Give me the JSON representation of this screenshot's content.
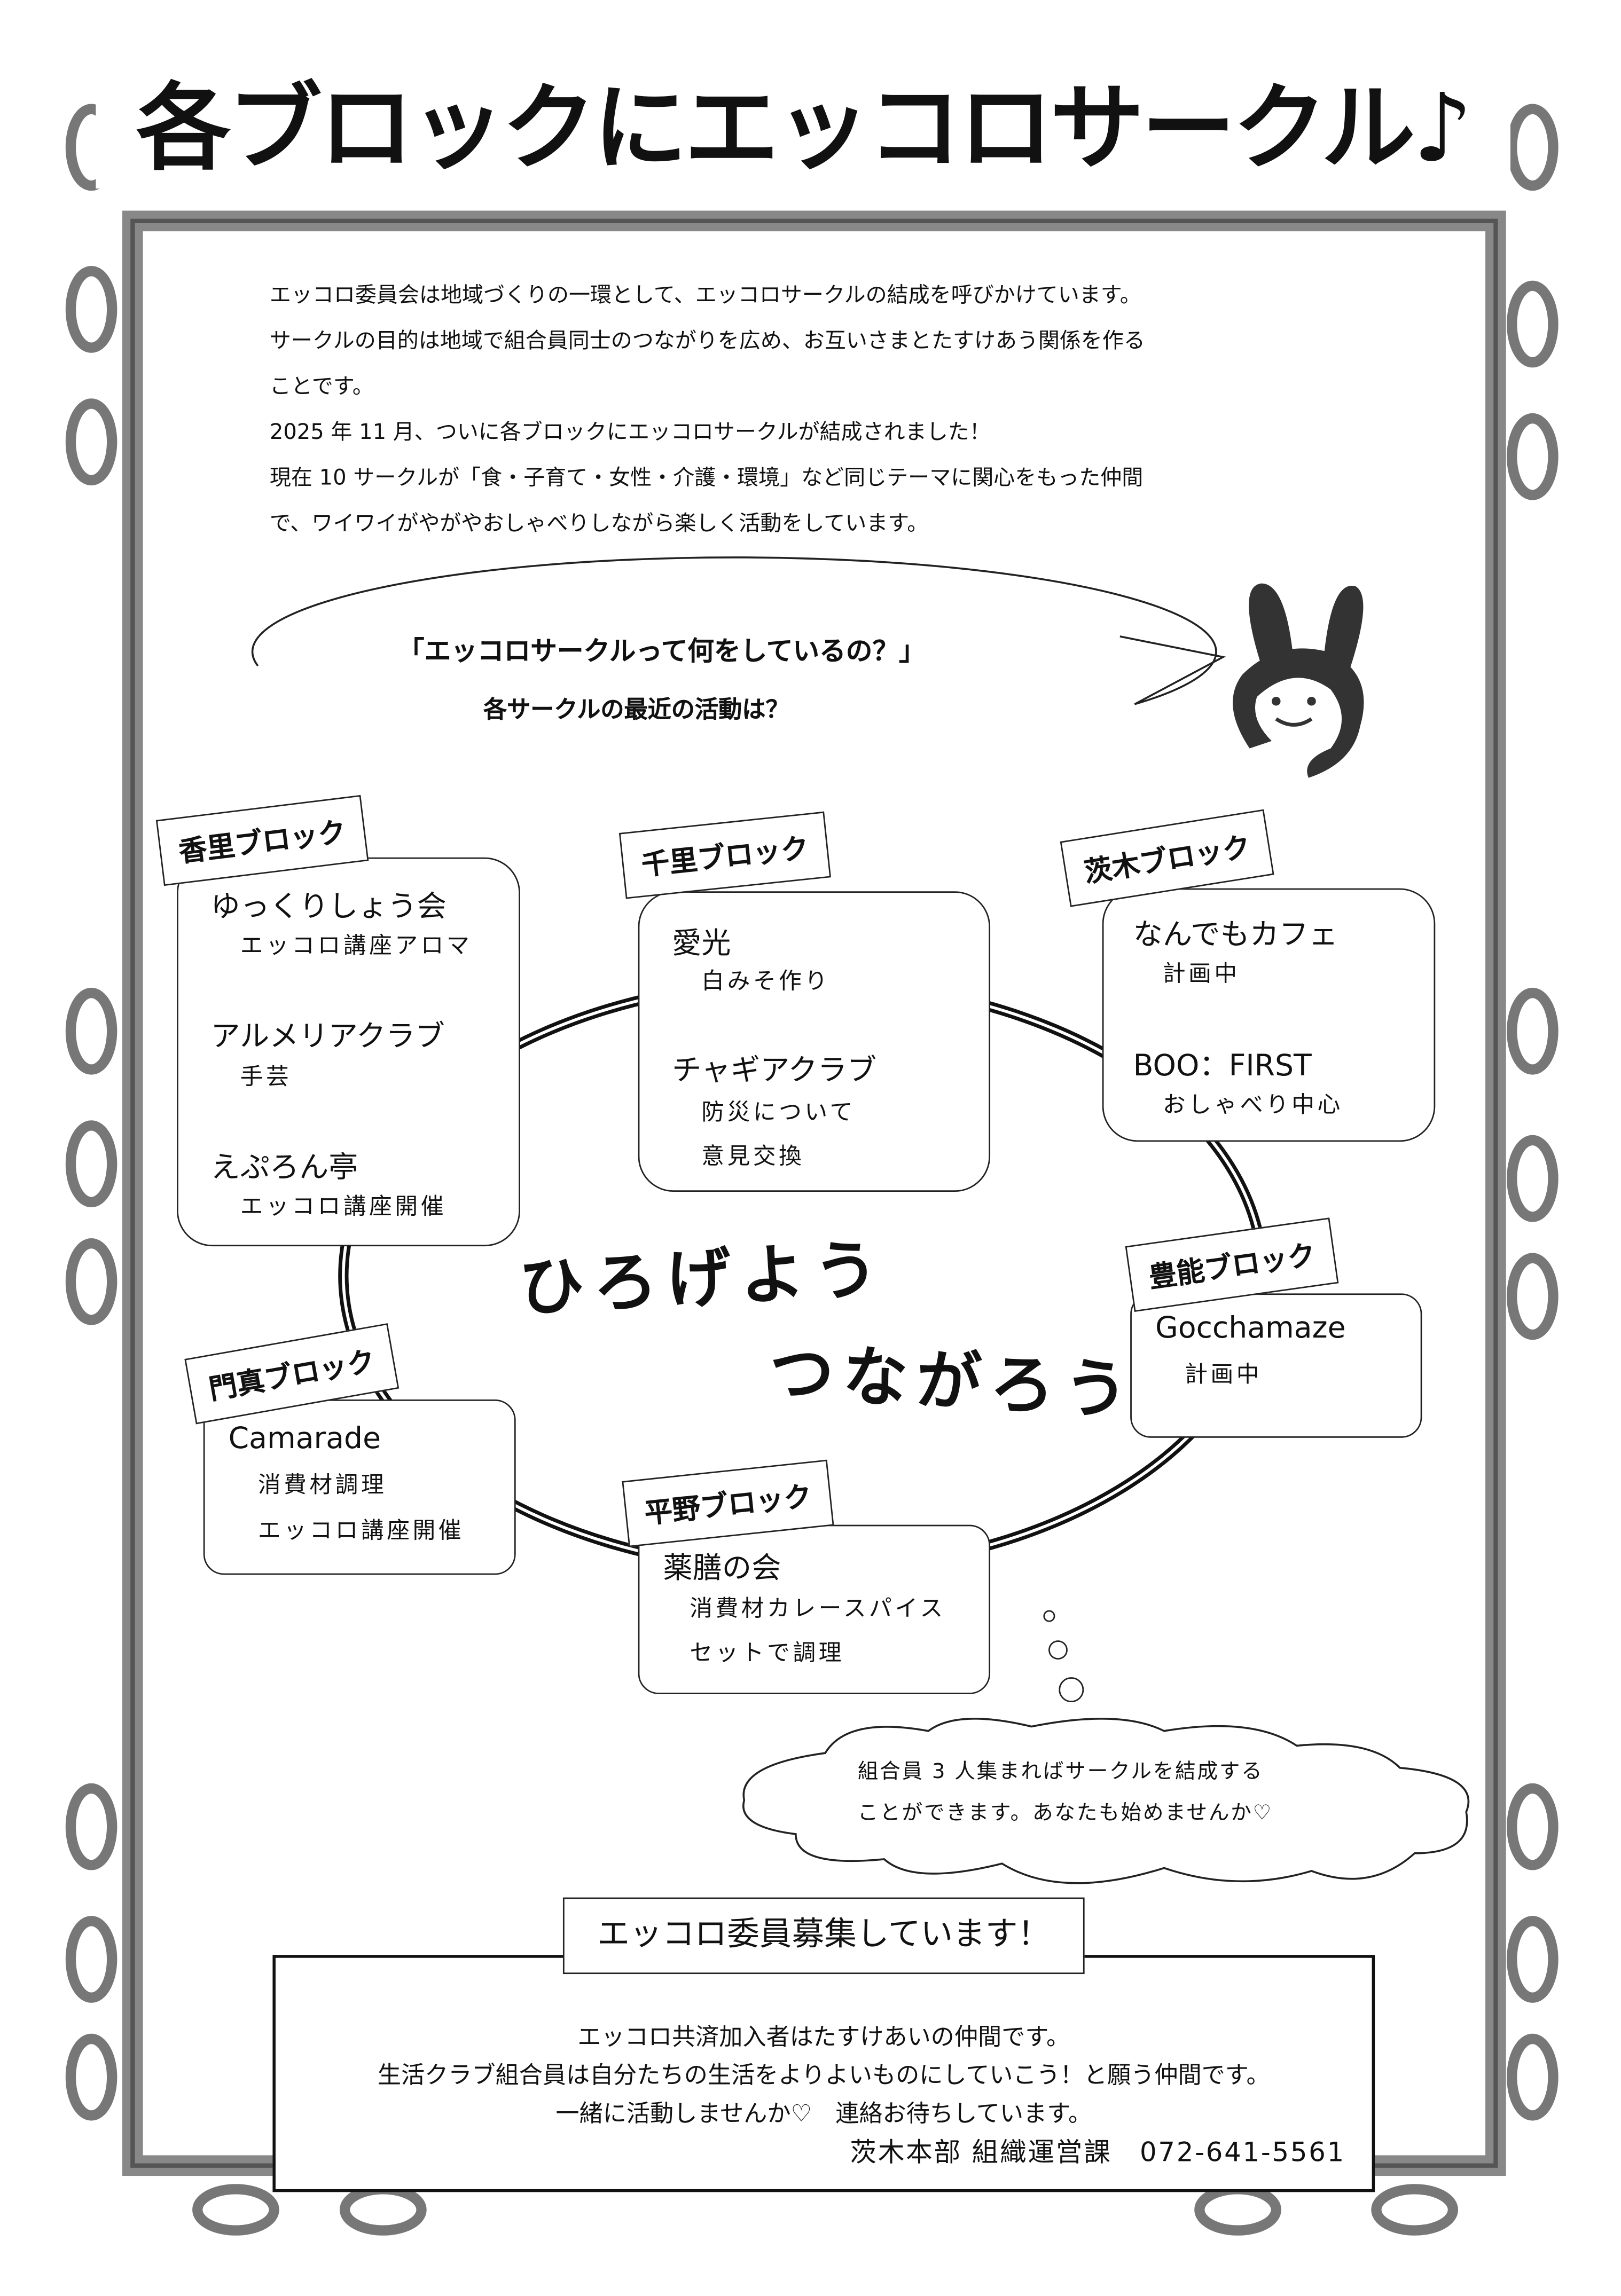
{
  "title": "各ブロックにエッコロサークル♪",
  "intro": [
    "エッコロ委員会は地域づくりの一環として、エッコロサークルの結成を呼びかけています。",
    "サークルの目的は地域で組合員同士のつながりを広め、お互いさまとたすけあう関係を作る",
    "ことです。",
    "2025 年 11 月、ついに各ブロックにエッコロサークルが結成されました！",
    "現在 10 サークルが「食・子育て・女性・介護・環境」など同じテーマに関心をもった仲間",
    "で、ワイワイがやがやおしゃべりしながら楽しく活動をしています。"
  ],
  "speech": {
    "line1": "「エッコロサークルって何をしているの？」",
    "line2": "各サークルの最近の活動は？"
  },
  "slogan": {
    "line1": "ひろげよう",
    "line2": "つながろう"
  },
  "blocks": {
    "kori": {
      "tag": "香里ブロック",
      "items": [
        {
          "name": "ゆっくりしょう会",
          "act": "エッコロ講座アロマ"
        },
        {
          "name": "アルメリアクラブ",
          "act": "手芸"
        },
        {
          "name": "えぷろん亭",
          "act": "エッコロ講座開催"
        }
      ]
    },
    "senri": {
      "tag": "千里ブロック",
      "items": [
        {
          "name": "愛光",
          "act": "白みそ作り"
        },
        {
          "name": "チャギアクラブ",
          "act": "防災について",
          "act2": "意見交換"
        }
      ]
    },
    "ibaraki": {
      "tag": "茨木ブロック",
      "items": [
        {
          "name": "なんでもカフェ",
          "act": "計画中"
        },
        {
          "name": "BOO：FIRST",
          "act": "おしゃべり中心"
        }
      ]
    },
    "toyono": {
      "tag": "豊能ブロック",
      "items": [
        {
          "name": "Gocchamaze",
          "act": "計画中"
        }
      ]
    },
    "kadoma": {
      "tag": "門真ブロック",
      "items": [
        {
          "name": "Camarade",
          "act": "消費材調理",
          "act2": "エッコロ講座開催"
        }
      ]
    },
    "hirano": {
      "tag": "平野ブロック",
      "items": [
        {
          "name": "薬膳の会",
          "act": "消費材カレースパイス",
          "act2": "セットで調理"
        }
      ]
    }
  },
  "cloud": {
    "line1": "組合員 3 人集まればサークルを結成する",
    "line2": "ことができます。あなたも始めませんか♡"
  },
  "recruit": {
    "heading": "エッコロ委員募集しています！",
    "lines": [
      "エッコロ共済加入者はたすけあいの仲間です。",
      "生活クラブ組合員は自分たちの生活をよりよいものにしていこう！と願う仲間です。",
      "一緒に活動しませんか♡　連絡お待ちしています。"
    ],
    "contact": "茨木本部 組織運営課　072-641-5561"
  }
}
